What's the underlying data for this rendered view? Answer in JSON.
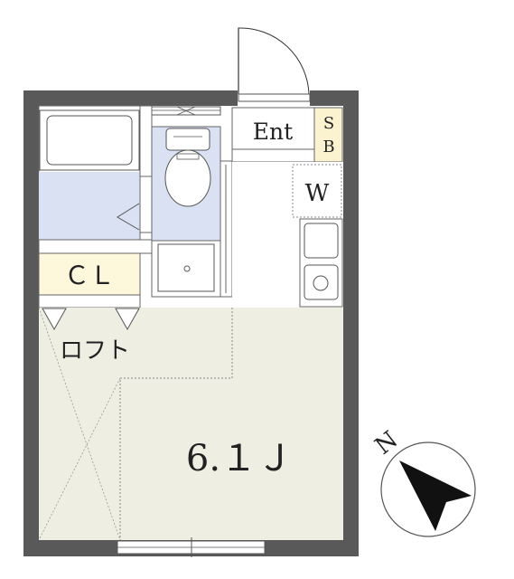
{
  "rooms": {
    "entrance": "Ent",
    "shoe_box_top": "S",
    "shoe_box_bottom": "B",
    "washer": "W",
    "closet": "ＣＬ",
    "loft": "ロフト",
    "main_room": "6.１Ｊ"
  },
  "compass": {
    "north": "N"
  },
  "colors": {
    "wall": "#595959",
    "bath_blue": "#d9e1f2",
    "closet_yellow": "#fdf7dc",
    "room_beige": "#eeeee3",
    "shoebox_yellow": "#fbf3d0"
  }
}
